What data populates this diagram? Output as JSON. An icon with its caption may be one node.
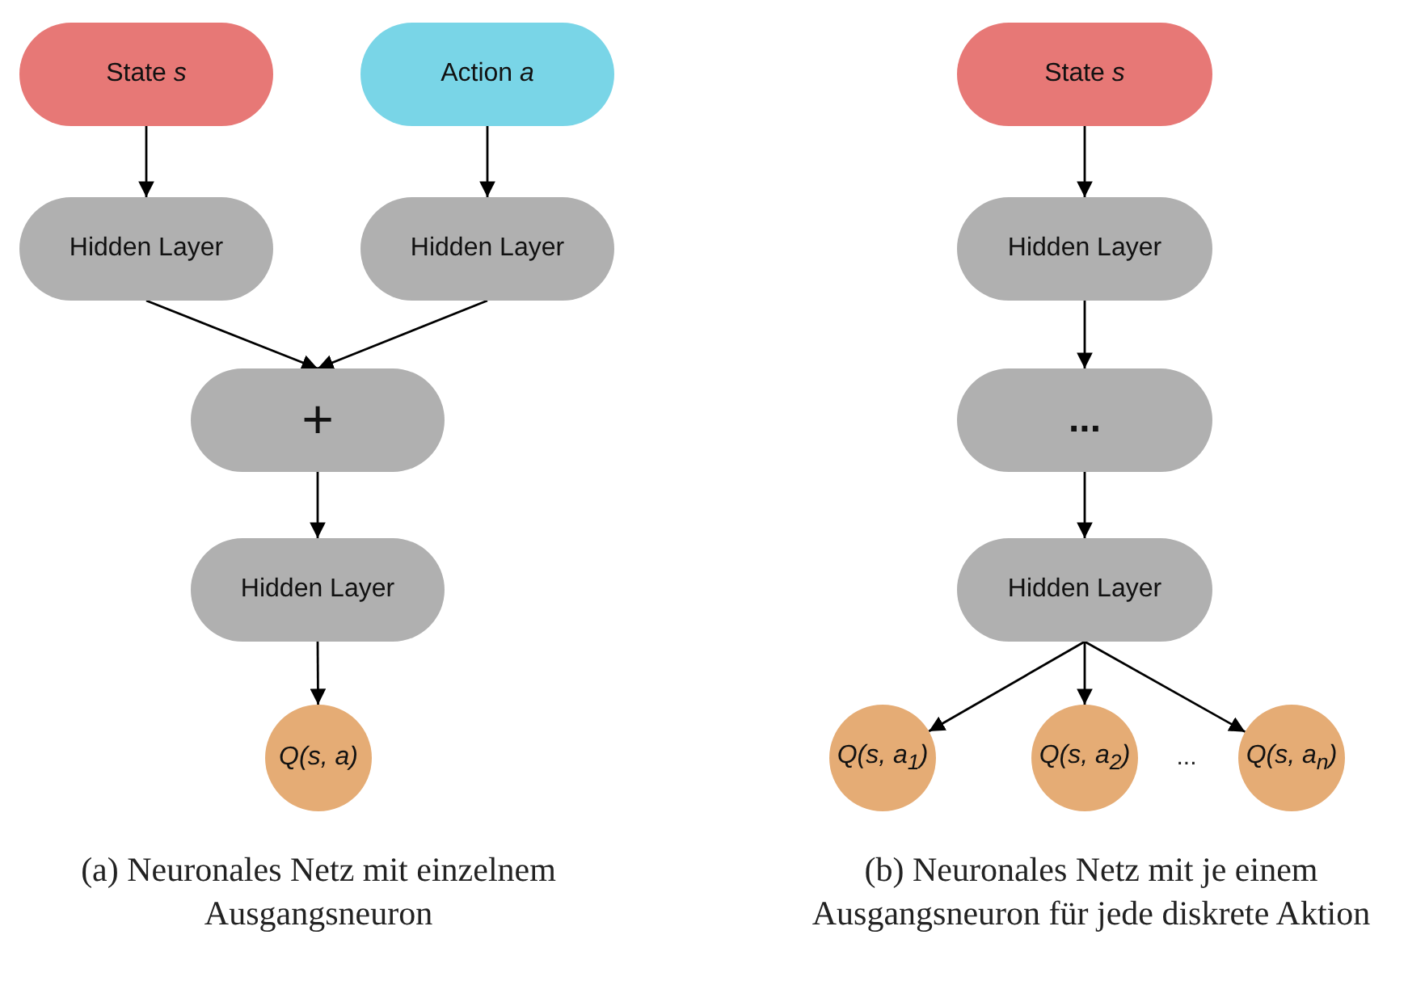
{
  "diagram": {
    "nodes": [
      {
        "text": [
          "State *s*"
        ]
      },
      {
        "text": [
          "Action *a*"
        ]
      },
      {
        "text": [
          "Hidden Layer"
        ]
      },
      {
        "text": [
          "Hidden Layer"
        ]
      },
      {
        "text": [
          "+"
        ]
      },
      {
        "text": [
          "Hidden Layer"
        ]
      },
      {
        "text": [
          "Q(s, a)"
        ]
      },
      {
        "text": [
          "State *s*"
        ]
      },
      {
        "text": [
          "Hidden Layer"
        ]
      },
      {
        "text": [
          "..."
        ]
      },
      {
        "text": [
          "Hidden Layer"
        ]
      },
      {
        "text": [
          "Q(s, a$_{1}$)"
        ]
      },
      {
        "text": [
          "Q(s, a$_{2}$)"
        ]
      },
      {
        "text": [
          "Q(s, a$_{n}$)"
        ]
      }
    ],
    "edges": [
      {
        "from": 0,
        "to": 2,
        "arrow": "to"
      },
      {
        "from": 1,
        "to": 3,
        "arrow": "to"
      },
      {
        "from": 2,
        "to": 4,
        "arrow": "to"
      },
      {
        "from": 3,
        "to": 4,
        "arrow": "to"
      },
      {
        "from": 4,
        "to": 5,
        "arrow": "to"
      },
      {
        "from": 5,
        "to": 6,
        "arrow": "to"
      },
      {
        "from": 7,
        "to": 8,
        "arrow": "to"
      },
      {
        "from": 8,
        "to": 9,
        "arrow": "to"
      },
      {
        "from": 9,
        "to": 10,
        "arrow": "to"
      },
      {
        "from": 10,
        "to": 11,
        "arrow": "to"
      },
      {
        "from": 10,
        "to": 12,
        "arrow": "to"
      },
      {
        "from": 10,
        "to": 13,
        "arrow": "to"
      }
    ],
    "labels": [
      "...",
      "(a) Neuronales Netz mit einzelnem Ausgangsneuron",
      "(b) Neuronales Netz mit je einem Ausgangsneuron für jede diskrete Aktion"
    ]
  }
}
